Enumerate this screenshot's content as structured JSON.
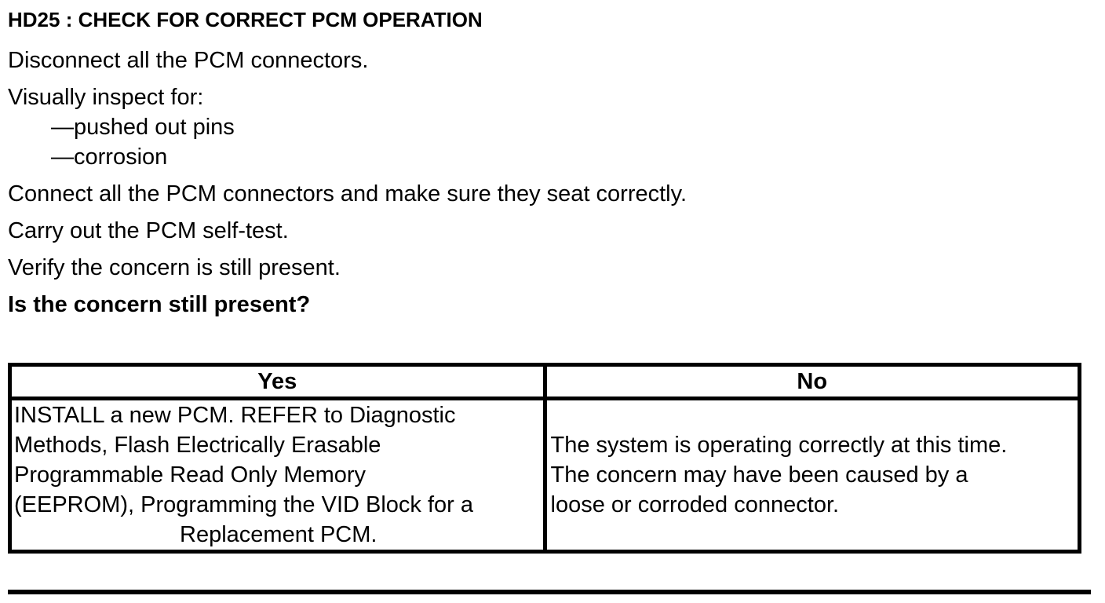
{
  "title": "HD25 : CHECK FOR CORRECT PCM OPERATION",
  "steps": {
    "disconnect": "Disconnect all the PCM connectors.",
    "inspect": "Visually inspect for:",
    "inspect_items": [
      "—pushed out pins",
      "—corrosion"
    ],
    "connect": "Connect all the PCM connectors and make sure they seat correctly.",
    "self_test": "Carry out the PCM self-test.",
    "verify": "Verify the concern is still present.",
    "question": "Is the concern still present?"
  },
  "result_table": {
    "headers": [
      "Yes",
      "No"
    ],
    "yes_lines": [
      "INSTALL a new PCM. REFER to Diagnostic",
      "Methods, Flash Electrically Erasable",
      "Programmable Read Only Memory",
      "(EEPROM), Programming the VID Block for a",
      "Replacement PCM."
    ],
    "no_lines": [
      "The system is operating correctly at this time.",
      "The concern may have been caused by a",
      "loose or corroded connector."
    ]
  },
  "colors": {
    "text": "#000000",
    "background": "#ffffff",
    "border": "#000000"
  }
}
